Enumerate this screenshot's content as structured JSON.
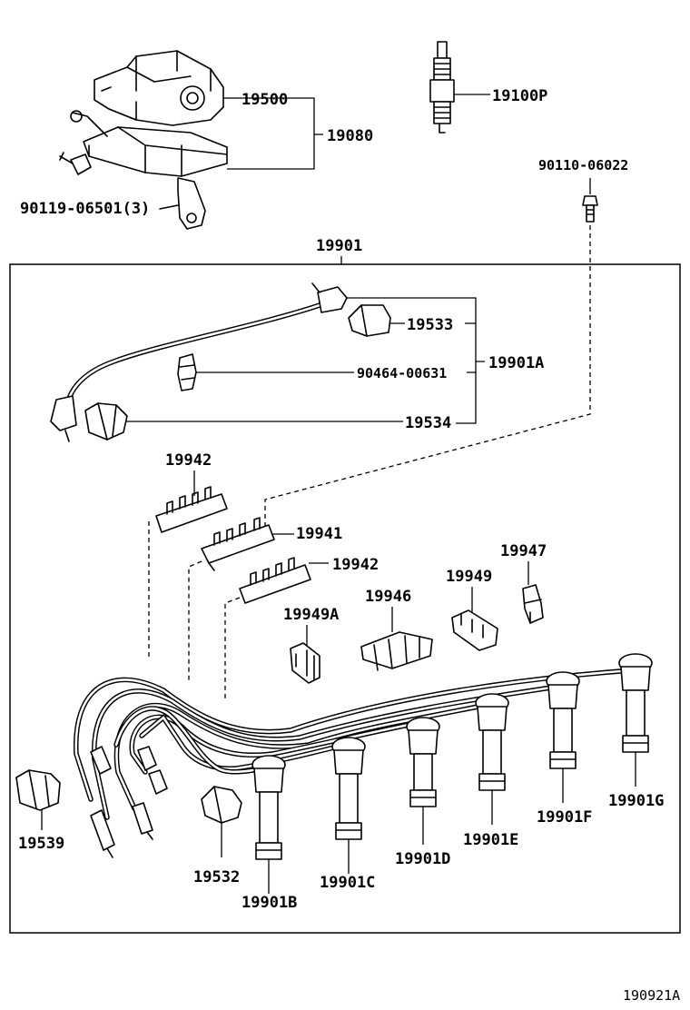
{
  "labels": {
    "ignition_coil": "19500",
    "coil_assembly": "19080",
    "spark_plug": "19100P",
    "coil_screw": "90119-06501(3)",
    "bolt": "90110-06022",
    "cord_set": "19901",
    "cap_19533": "19533",
    "cord_19901a": "19901A",
    "clip_90464": "90464-00631",
    "cap_19534": "19534",
    "clamp_19942_top": "19942",
    "clamp_19941": "19941",
    "clamp_19942_mid": "19942",
    "clamp_19947": "19947",
    "clamp_19949": "19949",
    "clamp_19946": "19946",
    "clamp_19949a": "19949A",
    "cap_19539": "19539",
    "cap_19532": "19532",
    "cord_19901b": "19901B",
    "cord_19901c": "19901C",
    "cord_19901d": "19901D",
    "cord_19901e": "19901E",
    "cord_19901f": "19901F",
    "cord_19901g": "19901G"
  },
  "footer": {
    "code": "190921A"
  }
}
